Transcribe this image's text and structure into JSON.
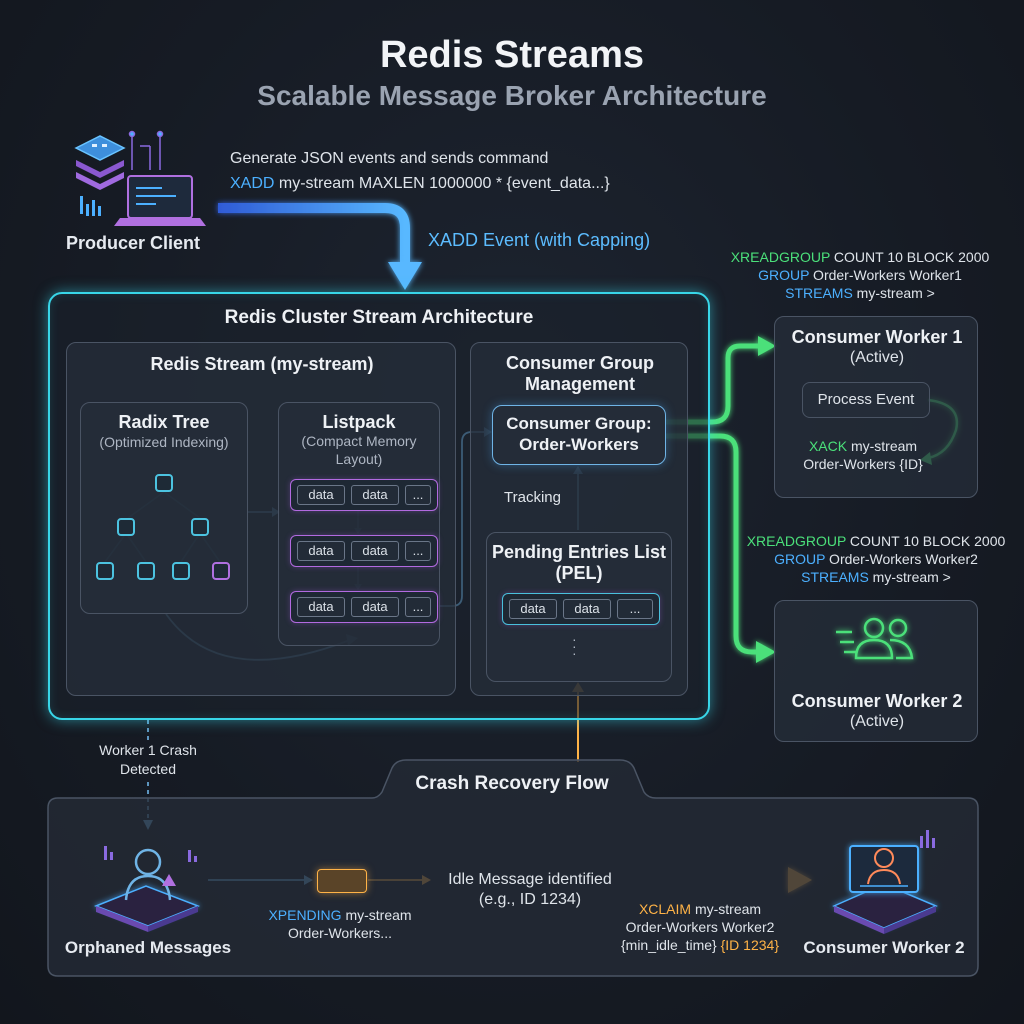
{
  "header": {
    "title": "Redis Streams",
    "subtitle": "Scalable Message Broker Architecture"
  },
  "producer": {
    "label": "Producer Client",
    "desc_line1": "Generate JSON events and sends command",
    "cmd_kw": "XADD",
    "cmd_rest": " my-stream MAXLEN 1000000 * {event_data...}",
    "arrow_label": "XADD Event (with Capping)"
  },
  "cluster": {
    "title": "Redis Cluster Stream Architecture",
    "stream": {
      "title": "Redis Stream (my-stream)",
      "radix_title": "Radix Tree",
      "radix_sub": "(Optimized Indexing)",
      "listpack_title": "Listpack",
      "listpack_sub1": "(Compact Memory",
      "listpack_sub2": "Layout)"
    },
    "group_mgmt": {
      "title1": "Consumer Group",
      "title2": "Management",
      "group_line1": "Consumer Group:",
      "group_line2": "Order-Workers",
      "tracking": "Tracking",
      "pel_line1": "Pending Entries List",
      "pel_line2": "(PEL)"
    },
    "cell_data": "data",
    "cell_dots": "..."
  },
  "worker1_cmd": {
    "kw1": "XREADGROUP",
    "l1_rest": " COUNT 10 BLOCK 2000",
    "kw2": "GROUP",
    "l2_rest": " Order-Workers Worker1",
    "kw3": "STREAMS",
    "l3_rest": " my-stream >"
  },
  "worker1": {
    "title": "Consumer Worker 1",
    "status": "(Active)",
    "process": "Process Event",
    "ack_kw": "XACK",
    "ack_rest": " my-stream",
    "ack_line2": "Order-Workers {ID}"
  },
  "worker2_cmd": {
    "kw1": "XREADGROUP",
    "l1_rest": " COUNT 10 BLOCK 2000",
    "kw2": "GROUP",
    "l2_rest": " Order-Workers Worker2",
    "kw3": "STREAMS",
    "l3_rest": " my-stream >"
  },
  "worker2": {
    "title": "Consumer Worker 2",
    "status": "(Active)"
  },
  "crash": {
    "detected1": "Worker 1 Crash",
    "detected2": "Detected",
    "tab_title": "Crash Recovery Flow",
    "orphaned": "Orphaned Messages",
    "xpending_kw": "XPENDING",
    "xpending_rest": " my-stream",
    "xpending_line2": "Order-Workers...",
    "idle1": "Idle Message identified",
    "idle2": "(e.g., ID 1234)",
    "xclaim_kw": "XCLAIM",
    "xclaim_rest": " my-stream",
    "xclaim_line2": "Order-Workers Worker2",
    "xclaim_line3a": "{min_idle_time}",
    "xclaim_line3b": " {ID 1234}",
    "worker2": "Consumer Worker 2"
  },
  "colors": {
    "cyan": "#38d6e8",
    "green": "#4be07a",
    "blue": "#4cb0ff",
    "orange": "#ffb347",
    "purple": "#b26ae0"
  },
  "icons": [
    "database-stack-icon",
    "laptop-icon",
    "tree-icon",
    "users-icon",
    "user-alert-icon",
    "message-box-icon",
    "developer-laptop-icon"
  ]
}
